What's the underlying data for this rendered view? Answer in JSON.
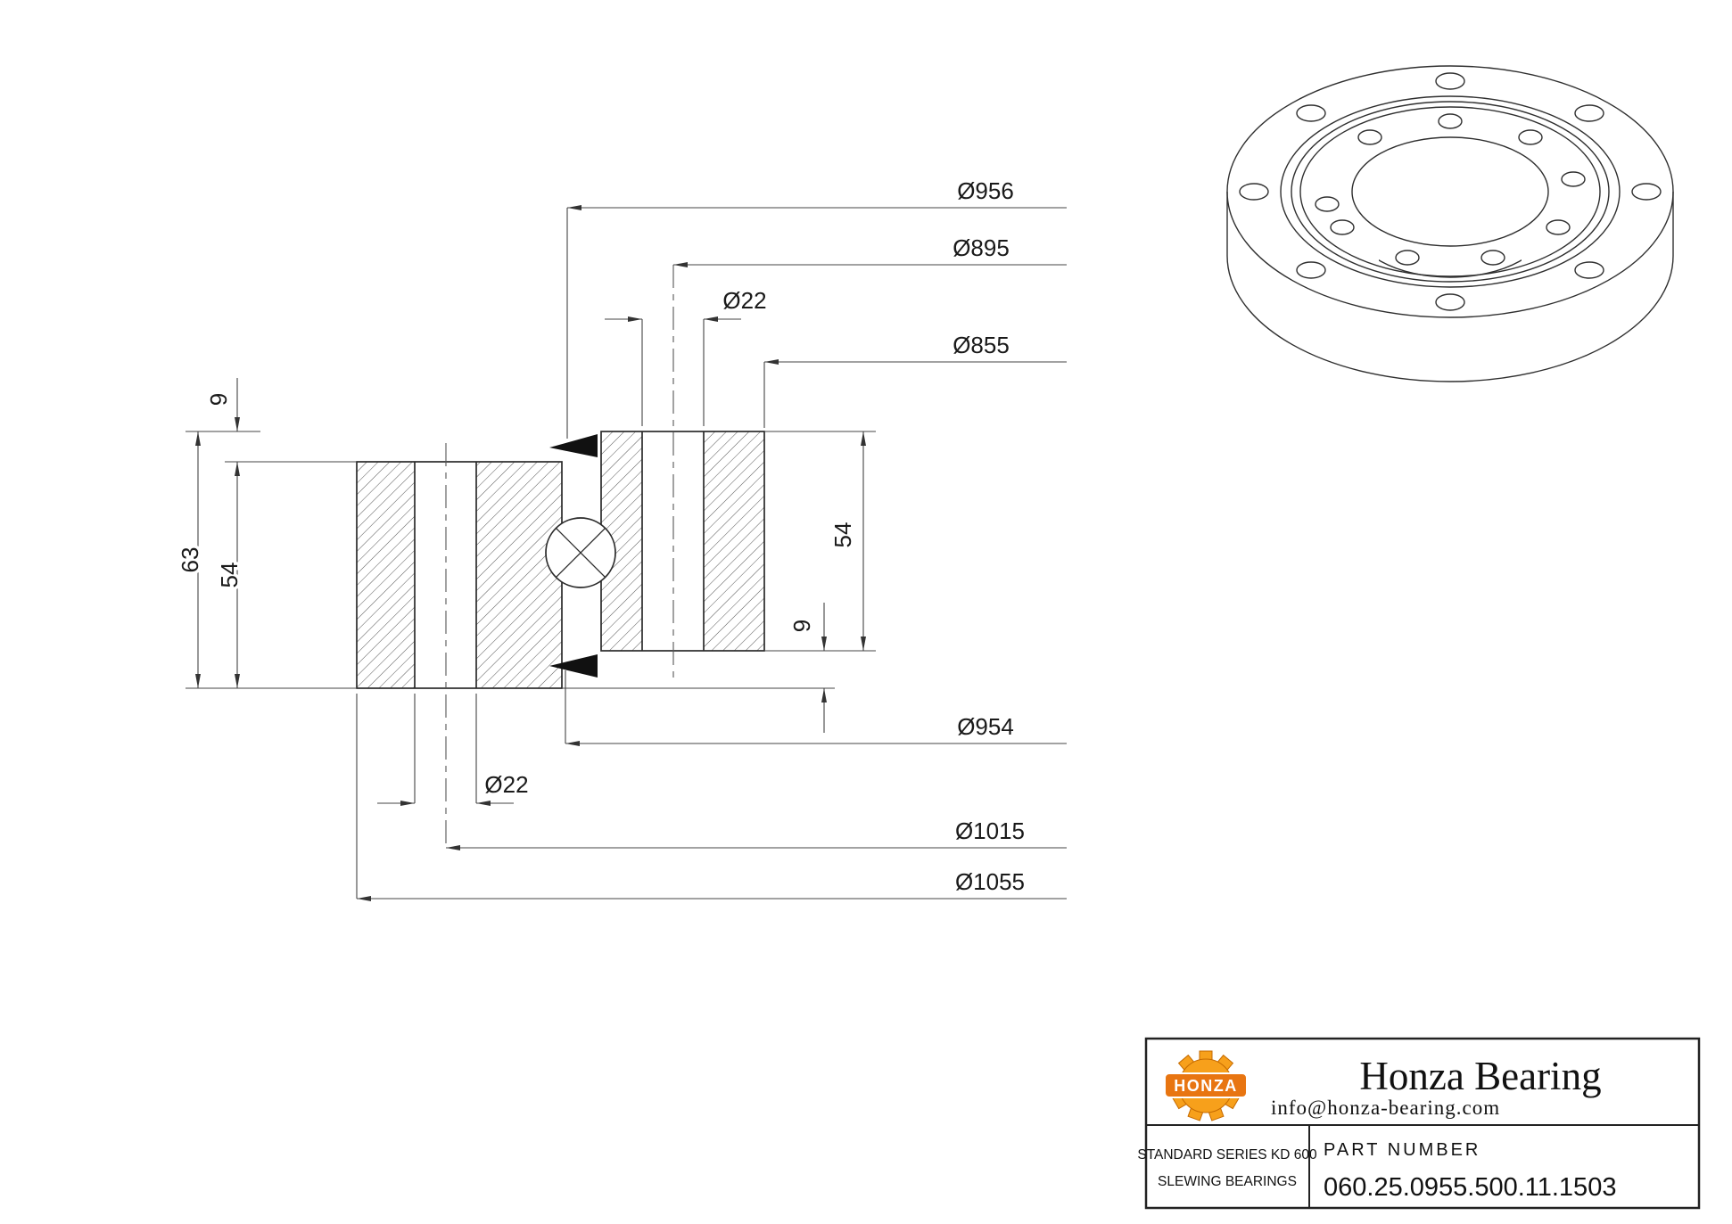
{
  "section_view": {
    "dims": {
      "d956": "Ø956",
      "d895": "Ø895",
      "d22_top": "Ø22",
      "d855": "Ø855",
      "h9_top": "9",
      "h63": "63",
      "h54_left": "54",
      "h54_right": "54",
      "h9_bottom": "9",
      "d954": "Ø954",
      "d22_bottom": "Ø22",
      "d1015": "Ø1015",
      "d1055": "Ø1055"
    }
  },
  "title_block": {
    "logo_text": "HONZA",
    "brand": "Honza Bearing",
    "email": "info@honza-bearing.com",
    "series_line1": "STANDARD SERIES KD 600",
    "series_line2": "SLEWING BEARINGS",
    "part_number_label": "PART NUMBER",
    "part_number": "060.25.0955.500.11.1503"
  },
  "colors": {
    "line": "#2b2b2b",
    "gear_orange": "#F7A01B",
    "banner_orange": "#E87511"
  }
}
